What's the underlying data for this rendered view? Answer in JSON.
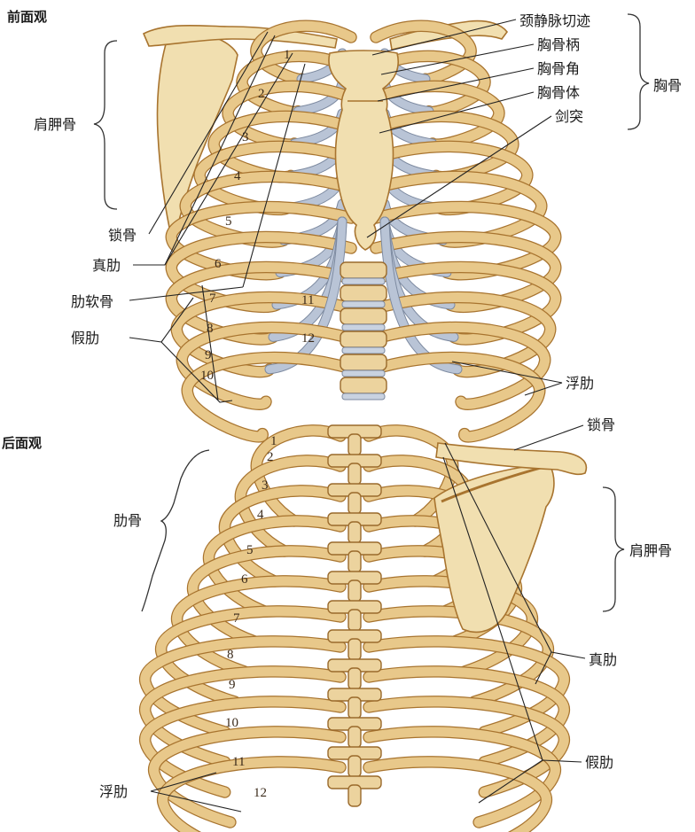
{
  "anterior": {
    "title": "前面观",
    "labels": {
      "jugular_notch": "颈静脉切迹",
      "manubrium": "胸骨柄",
      "sternal_angle": "胸骨角",
      "sternum_body": "胸骨体",
      "xiphoid": "剑突",
      "sternum": "胸骨",
      "scapula": "肩胛骨",
      "clavicle": "锁骨",
      "true_ribs": "真肋",
      "costal_cartilage": "肋软骨",
      "false_ribs": "假肋",
      "floating_ribs": "浮肋"
    },
    "rib_numbers": [
      "1",
      "2",
      "3",
      "4",
      "5",
      "6",
      "7",
      "8",
      "9",
      "10",
      "11",
      "12"
    ]
  },
  "posterior": {
    "title": "后面观",
    "labels": {
      "clavicle": "锁骨",
      "ribs": "肋骨",
      "scapula": "肩胛骨",
      "true_ribs": "真肋",
      "false_ribs": "假肋",
      "floating_ribs": "浮肋"
    },
    "rib_numbers": [
      "1",
      "2",
      "3",
      "4",
      "5",
      "6",
      "7",
      "8",
      "9",
      "10",
      "11",
      "12"
    ]
  }
}
